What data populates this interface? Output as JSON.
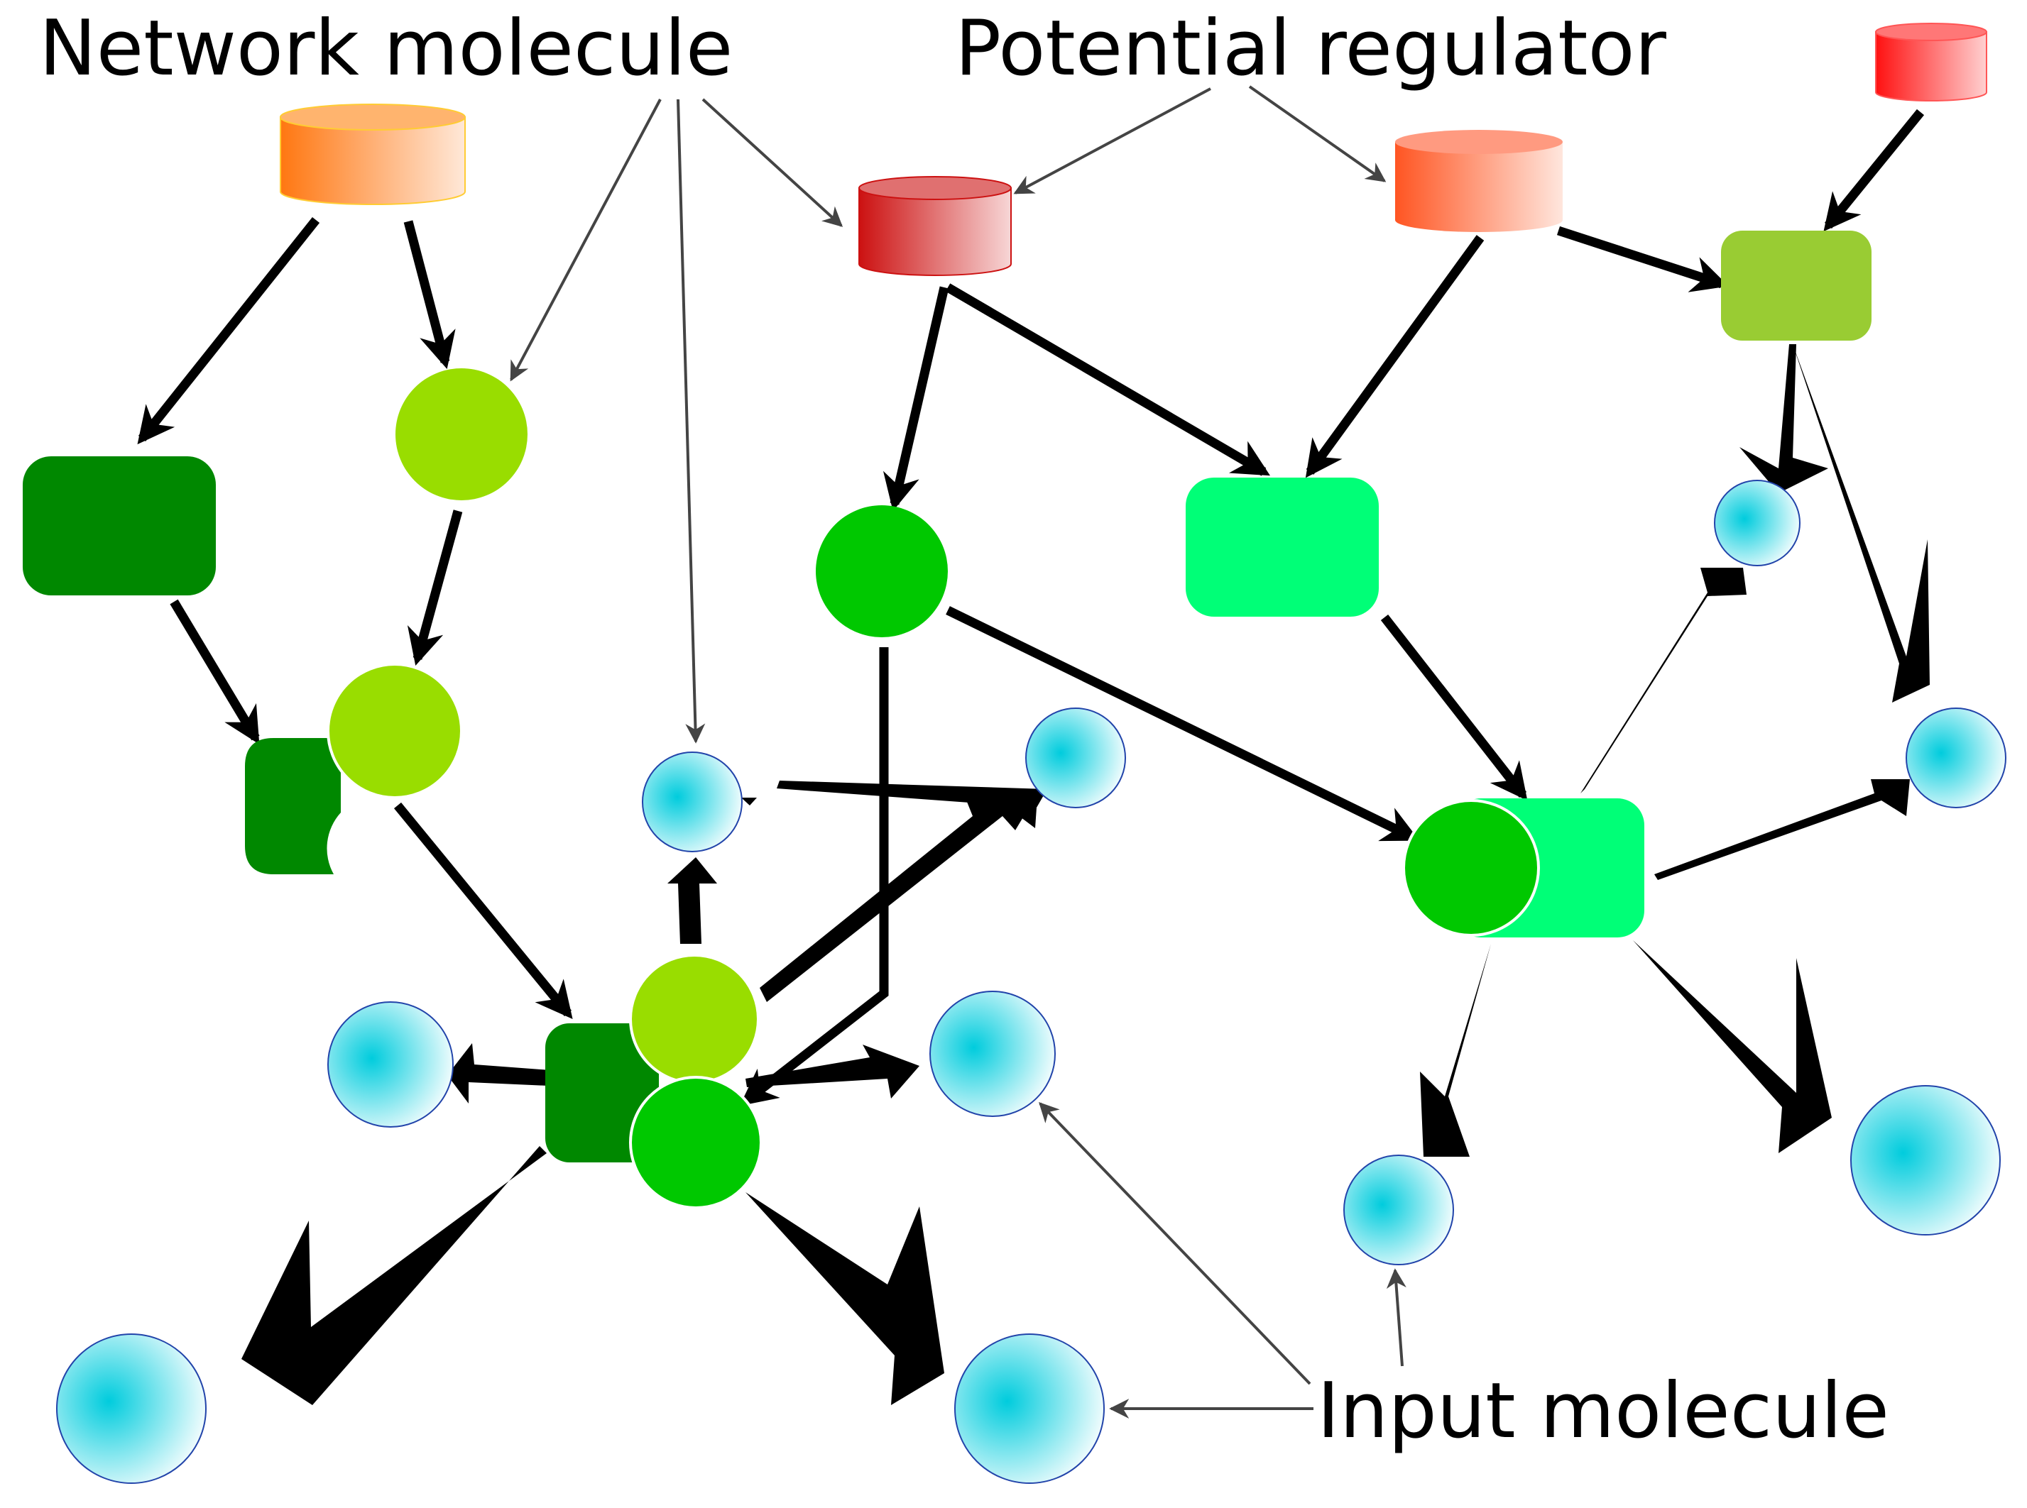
{
  "labels": {
    "network_molecule": "Network molecule",
    "potential_regulator": "Potential regulator",
    "input_molecule": "Input molecule"
  },
  "colors": {
    "dark_green": "#008800",
    "yellow_green": "#99dd00",
    "medium_green": "#00c800",
    "spring_green": "#00ff77",
    "olive_green": "#99cc33",
    "cyan_input": "#00ccdd",
    "regulator_orange": "#ff7711",
    "regulator_red": "#cc1111",
    "regulator_orange_red": "#ff5522",
    "regulator_bright_red": "#ff1111",
    "edge": "#000000",
    "pointer": "#444444"
  }
}
